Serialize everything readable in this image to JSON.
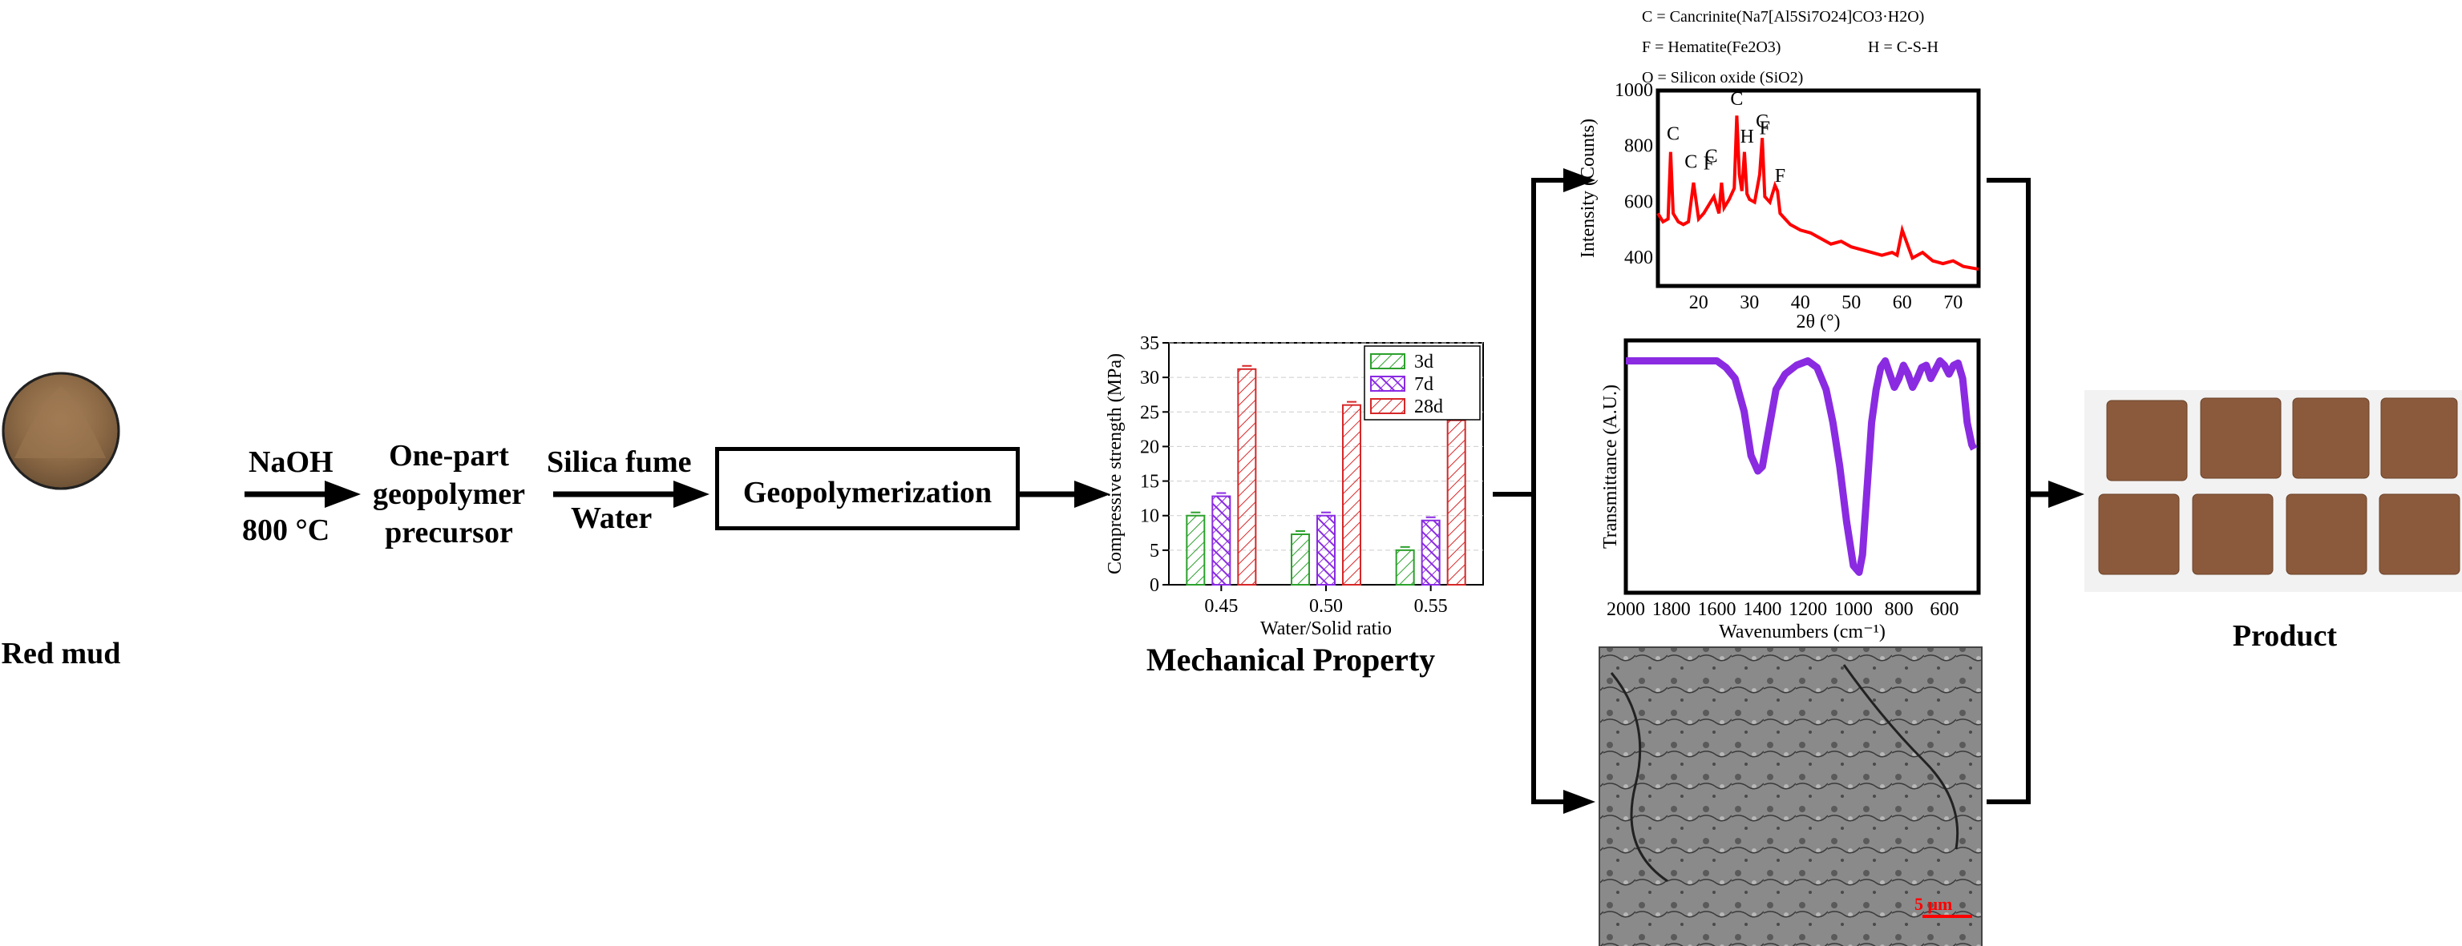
{
  "steps": {
    "red_mud": "Red mud",
    "naoh": "NaOH",
    "temp": "800 °C",
    "precursor": [
      "One-part",
      "geopolymer",
      "precursor"
    ],
    "silica": "Silica fume",
    "water": "Water",
    "geopoly": "Geopolymerization",
    "mech": "Mechanical Property",
    "product": "Product"
  },
  "xrd_legend": {
    "line1": "C = Cancrinite(Na7[Al5Si7O24]CO3·H2O)",
    "line2a": "F = Hematite(Fe2O3)",
    "line2b": "H = C-S-H",
    "line3": "O = Silicon oxide (SiO2)"
  },
  "chart_data": [
    {
      "type": "bar",
      "categories": [
        "0.45",
        "0.50",
        "0.55"
      ],
      "series": [
        {
          "name": "3d",
          "values": [
            10.0,
            7.3,
            5.0
          ],
          "color": "#2ca02c"
        },
        {
          "name": "7d",
          "values": [
            12.8,
            10.0,
            9.3
          ],
          "color": "#8a2be2"
        },
        {
          "name": "28d",
          "values": [
            31.2,
            26.0,
            23.8
          ],
          "color": "#d62728"
        }
      ],
      "xlabel": "Water/Solid ratio",
      "ylabel": "Compressive strength (MPa)",
      "ylim": [
        0,
        35
      ],
      "yticks": [
        "0",
        "5",
        "10",
        "15",
        "20",
        "25",
        "30",
        "35"
      ],
      "legend": "top-right"
    },
    {
      "type": "line",
      "xlabel": "2θ (°)",
      "ylabel": "Intensity (Counts)",
      "xlim": [
        12,
        75
      ],
      "ylim": [
        300,
        1000
      ],
      "xticks": [
        "20",
        "30",
        "40",
        "50",
        "60",
        "70"
      ],
      "yticks": [
        "400",
        "600",
        "800",
        "1000"
      ],
      "series": [
        {
          "color": "#ff0000",
          "x": [
            12,
            13,
            14,
            14.5,
            15,
            16,
            17,
            18,
            19,
            20,
            21,
            22,
            23,
            24,
            24.5,
            25,
            26,
            27,
            27.5,
            28,
            28.5,
            29,
            29.5,
            30,
            31,
            32,
            32.5,
            33,
            34,
            35,
            35.5,
            36,
            37,
            38,
            40,
            42,
            44,
            46,
            48,
            50,
            52,
            54,
            56,
            58,
            59,
            60,
            62,
            64,
            66,
            68,
            70,
            72,
            75
          ],
          "y": [
            560,
            530,
            540,
            780,
            560,
            530,
            520,
            530,
            670,
            540,
            560,
            590,
            620,
            560,
            670,
            580,
            610,
            650,
            910,
            700,
            640,
            780,
            630,
            610,
            600,
            700,
            830,
            620,
            600,
            660,
            640,
            560,
            540,
            520,
            500,
            490,
            470,
            450,
            460,
            440,
            430,
            420,
            410,
            420,
            410,
            500,
            400,
            420,
            390,
            380,
            390,
            370,
            360
          ]
        }
      ],
      "annotations": [
        "C",
        "C",
        "C",
        "F",
        "C",
        "H",
        "C",
        "F",
        "F"
      ]
    },
    {
      "type": "line",
      "xlabel": "Wavenumbers (cm⁻¹)",
      "ylabel": "Transmittance (A.U.)",
      "xlim": [
        2000,
        450
      ],
      "xticks": [
        "2000",
        "1800",
        "1600",
        "1400",
        "1200",
        "1000",
        "800",
        "600"
      ],
      "series": [
        {
          "color": "#8a2be2",
          "x": [
            2000,
            1900,
            1800,
            1700,
            1650,
            1600,
            1560,
            1520,
            1480,
            1450,
            1420,
            1400,
            1380,
            1340,
            1300,
            1250,
            1200,
            1160,
            1120,
            1090,
            1060,
            1030,
            1000,
            975,
            960,
            940,
            920,
            900,
            880,
            860,
            840,
            820,
            800,
            780,
            760,
            740,
            720,
            700,
            680,
            660,
            640,
            620,
            600,
            580,
            560,
            540,
            520,
            500,
            480,
            470
          ],
          "y": [
            0.98,
            0.98,
            0.98,
            0.98,
            0.98,
            0.98,
            0.95,
            0.9,
            0.75,
            0.55,
            0.48,
            0.5,
            0.62,
            0.85,
            0.92,
            0.96,
            0.98,
            0.95,
            0.85,
            0.7,
            0.5,
            0.25,
            0.05,
            0.02,
            0.1,
            0.4,
            0.7,
            0.85,
            0.95,
            0.98,
            0.92,
            0.86,
            0.9,
            0.96,
            0.92,
            0.86,
            0.9,
            0.95,
            0.96,
            0.9,
            0.94,
            0.98,
            0.96,
            0.92,
            0.96,
            0.97,
            0.9,
            0.7,
            0.6,
            0.58
          ]
        }
      ]
    }
  ]
}
